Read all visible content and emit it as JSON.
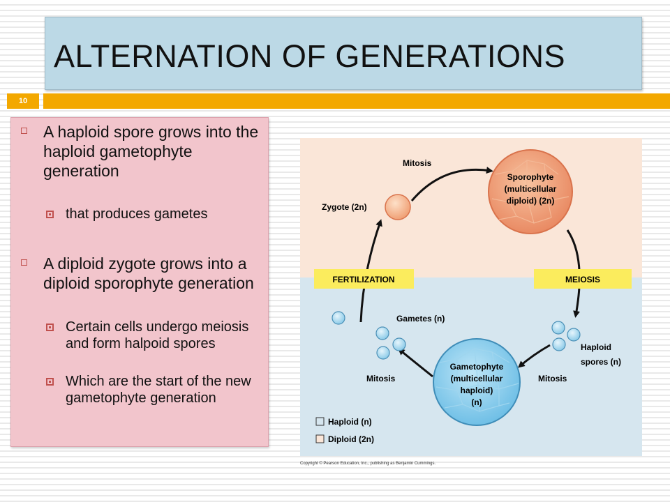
{
  "title": "ALTERNATION OF GENERATIONS",
  "slide_number": "10",
  "bullets": [
    {
      "text": "A haploid spore grows into the haploid gametophyte generation",
      "sub": [
        "that produces gametes"
      ]
    },
    {
      "text": "A diploid zygote grows into a diploid sporophyte generation",
      "sub": [
        "Certain cells undergo meiosis and form halpoid spores",
        "Which are the start of the new gametophyte generation"
      ]
    }
  ],
  "diagram": {
    "mitosis_top": "Mitosis",
    "zygote": "Zygote (2n)",
    "sporophyte_l1": "Sporophyte",
    "sporophyte_l2": "(multicellular",
    "sporophyte_l3": "diploid) (2n)",
    "fertilization": "FERTILIZATION",
    "meiosis": "MEIOSIS",
    "gametes": "Gametes (n)",
    "haploid_spores_l1": "Haploid",
    "haploid_spores_l2": "spores (n)",
    "mitosis_left": "Mitosis",
    "mitosis_right": "Mitosis",
    "gametophyte_l1": "Gametophyte",
    "gametophyte_l2": "(multicellular",
    "gametophyte_l3": "haploid)",
    "gametophyte_l4": "(n)",
    "legend_haploid": "Haploid (n)",
    "legend_diploid": "Diploid (2n)",
    "copyright": "Copyright © Pearson Education, Inc., publishing as Benjamin Cummings."
  },
  "colors": {
    "title_bg": "#bcd9e6",
    "accent_bar": "#f3a800",
    "text_box_bg": "#f2c5cc",
    "diploid_bg": "#fae6d8",
    "haploid_bg": "#d6e6ef",
    "label_yellow": "#fbec5d"
  }
}
